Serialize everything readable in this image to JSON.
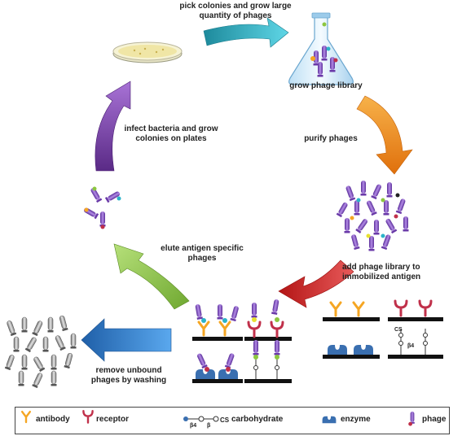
{
  "steps": {
    "pick_colonies": [
      "pick colonies and grow large",
      "quantity of phages"
    ],
    "grow_library": "grow phage library",
    "purify": "purify phages",
    "add_library": [
      "add phage library to",
      "immobilized antigen"
    ],
    "remove_unbound": [
      "remove unbound",
      "phages by washing"
    ],
    "elute": [
      "elute antigen specific",
      "phages"
    ],
    "infect": [
      "infect bacteria and grow",
      "colonies on plates"
    ]
  },
  "legend": {
    "antibody": "antibody",
    "receptor": "receptor",
    "carbohydrate": "carbohydrate",
    "enzyme": "enzyme",
    "phage": "phage",
    "carb_beta4": "β4",
    "carb_beta": "β",
    "carb_cs": "CS"
  },
  "colors": {
    "arrow_teal": "#2bb3c9",
    "arrow_orange": "#f28c1c",
    "arrow_red": "#d62828",
    "arrow_blue": "#2f7fd1",
    "arrow_green": "#8cc63f",
    "arrow_purple": "#7b3fa8",
    "antibody": "#f5a623",
    "receptor": "#c0304a",
    "enzyme": "#3a6fb0",
    "phage": "#8a4fc6"
  }
}
